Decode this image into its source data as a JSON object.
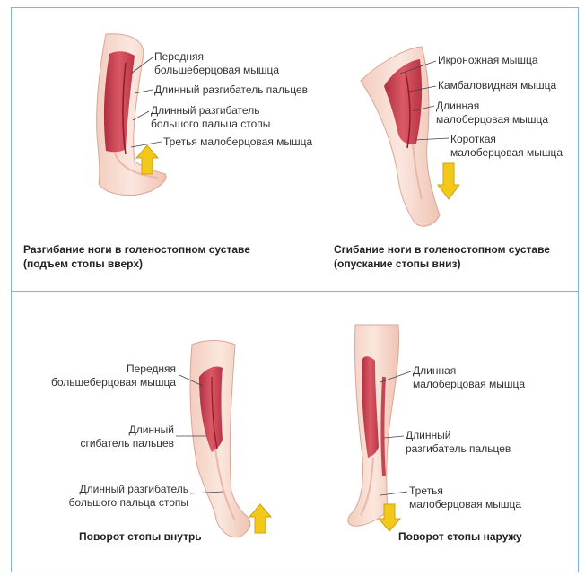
{
  "panels": {
    "dorsiflexion": {
      "labels": [
        "Передняя\nбольшеберцовая мышца",
        "Длинный разгибатель пальцев",
        "Длинный разгибатель\nбольшого пальца стопы",
        "Третья малоберцовая мышца"
      ],
      "caption": "Разгибание ноги в голеностопном суставе\n(подъем стопы вверх)"
    },
    "plantarflexion": {
      "labels": [
        "Икроножная мышца",
        "Камбаловидная мышца",
        "Длинная\nмалоберцовая мышца",
        "Короткая\nмалоберцовая мышца"
      ],
      "caption": "Сгибание ноги в голеностопном суставе\n(опускание стопы вниз)"
    },
    "inversion": {
      "labels": [
        "Передняя\nбольшеберцовая мышца",
        "Длинный\nсгибатель пальцев",
        "Длинный разгибатель\nбольшого пальца стопы"
      ],
      "caption": "Поворот стопы внутрь"
    },
    "eversion": {
      "labels": [
        "Длинная\nмалоберцовая мышца",
        "Длинный\nразгибатель пальцев",
        "Третья\nмалоберцовая мышца"
      ],
      "caption": "Поворот стопы наружу"
    }
  },
  "colors": {
    "frame": "#7fb4d6",
    "skin": "#f7dcd0",
    "muscle": "#c0283c",
    "arrow": "#f2c81a"
  }
}
